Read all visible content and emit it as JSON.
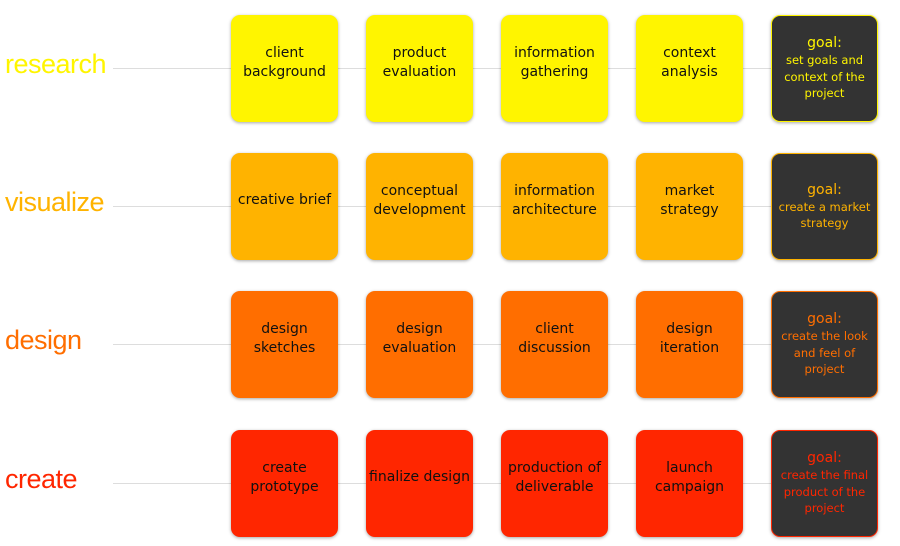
{
  "rows": [
    {
      "label": "research",
      "color": "#FFF500",
      "goal_title": "goal:",
      "goal_text": "set goals and context of the project",
      "steps": [
        "client background",
        "product evaluation",
        "information gathering",
        "context analysis"
      ]
    },
    {
      "label": "visualize",
      "color": "#FFB300",
      "goal_title": "goal:",
      "goal_text": "create a market strategy",
      "steps": [
        "creative brief",
        "conceptual development",
        "information architecture",
        "market strategy"
      ]
    },
    {
      "label": "design",
      "color": "#FF6E00",
      "goal_title": "goal:",
      "goal_text": "create the look and feel of project",
      "steps": [
        "design sketches",
        "design evaluation",
        "client discussion",
        "design iteration"
      ]
    },
    {
      "label": "create",
      "color": "#FF2600",
      "goal_title": "goal:",
      "goal_text": "create the final product of the project",
      "steps": [
        "create prototype",
        "finalize design",
        "production of deliverable",
        "launch campaign"
      ]
    }
  ]
}
